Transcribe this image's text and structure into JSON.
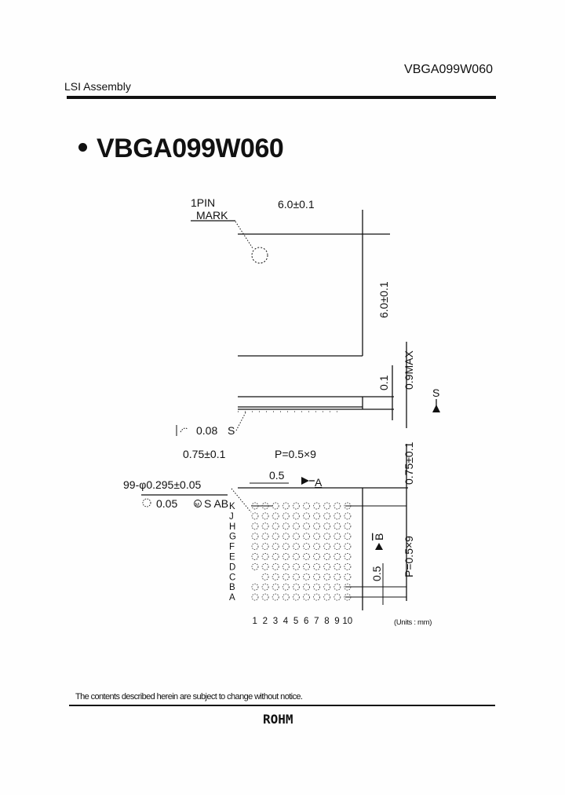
{
  "header": {
    "part_number": "VBGA099W060",
    "section": "LSI Assembly"
  },
  "title": {
    "bullet": "bullet-icon",
    "text": "VBGA099W060"
  },
  "drawing": {
    "top_view": {
      "pin1_label_line1": "1PIN",
      "pin1_label_line2": "MARK",
      "width_dim": "6.0±0.1",
      "height_dim": "6.0±0.1"
    },
    "side_view": {
      "standoff_dim": "0.1",
      "max_height_dim": "0.9MAX",
      "datum_s": "S",
      "flatness": {
        "symbol": "flatness-icon",
        "value": "0.08",
        "datum": "S"
      }
    },
    "bottom_view": {
      "edge_offset_x": "0.75±0.1",
      "pitch_x": "P=0.5×9",
      "edge_offset_y": "0.75±0.1",
      "pitch_y": "P=0.5×9",
      "half_pitch_x": "0.5",
      "half_pitch_y": "0.5",
      "datum_a": "A",
      "datum_b": "B",
      "ball_spec": "99-φ0.295±0.05",
      "position_tol": {
        "symbol": "position-icon",
        "value": "0.05",
        "modifier": "M",
        "datums": "S AB"
      },
      "row_labels": [
        "K",
        "J",
        "H",
        "G",
        "F",
        "E",
        "D",
        "C",
        "B",
        "A"
      ],
      "col_labels": [
        "1",
        "2",
        "3",
        "4",
        "5",
        "6",
        "7",
        "8",
        "9",
        "10"
      ],
      "missing_ball": {
        "row": "C",
        "col": "1"
      }
    },
    "units": "(Units : mm)"
  },
  "footer": {
    "notice": "The contents described herein are subject to change without notice.",
    "logo": "ROHM"
  }
}
